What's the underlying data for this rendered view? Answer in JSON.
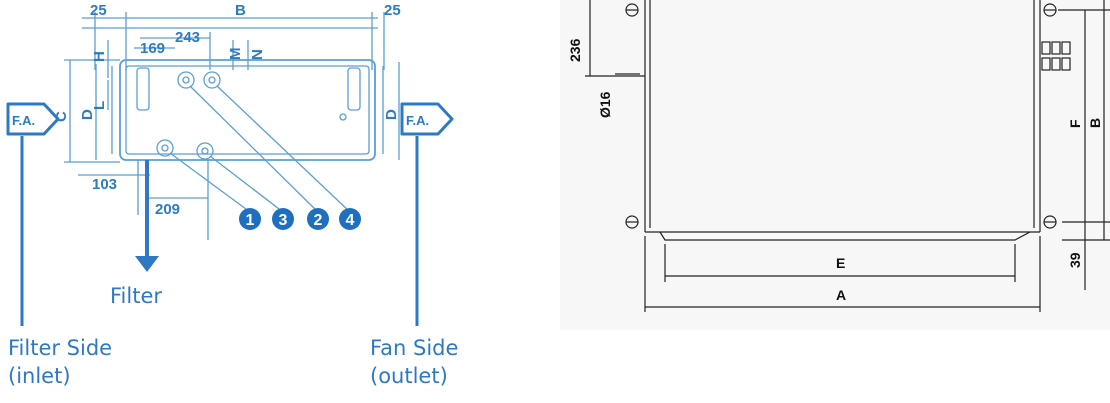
{
  "left_diagram": {
    "dims": {
      "d25_left": "25",
      "B": "B",
      "d25_right": "25",
      "d243": "243",
      "d169": "169",
      "H": "H",
      "M": "M",
      "N": "N",
      "L": "L",
      "C": "C",
      "D_left": "D",
      "D_right": "D",
      "d103": "103",
      "d209": "209"
    },
    "fa_label": "F.A.",
    "connection_numbers": [
      "1",
      "3",
      "2",
      "4"
    ]
  },
  "annotations": {
    "filter": "Filter",
    "filter_side_line1": "Filter Side",
    "filter_side_line2": "(inlet)",
    "fan_side_line1": "Fan Side",
    "fan_side_line2": "(outlet)"
  },
  "right_diagram": {
    "dims": {
      "d236": "236",
      "d16": "Ø16",
      "E": "E",
      "A": "A",
      "F": "F",
      "B": "B",
      "d39": "39"
    }
  },
  "colors": {
    "accent_blue": "#2f78c4",
    "drawing_blue": "#5a9fd6",
    "badge_blue": "#1e6fc0",
    "arrow_blue": "#2f78c4",
    "drawing_black": "#222222"
  }
}
